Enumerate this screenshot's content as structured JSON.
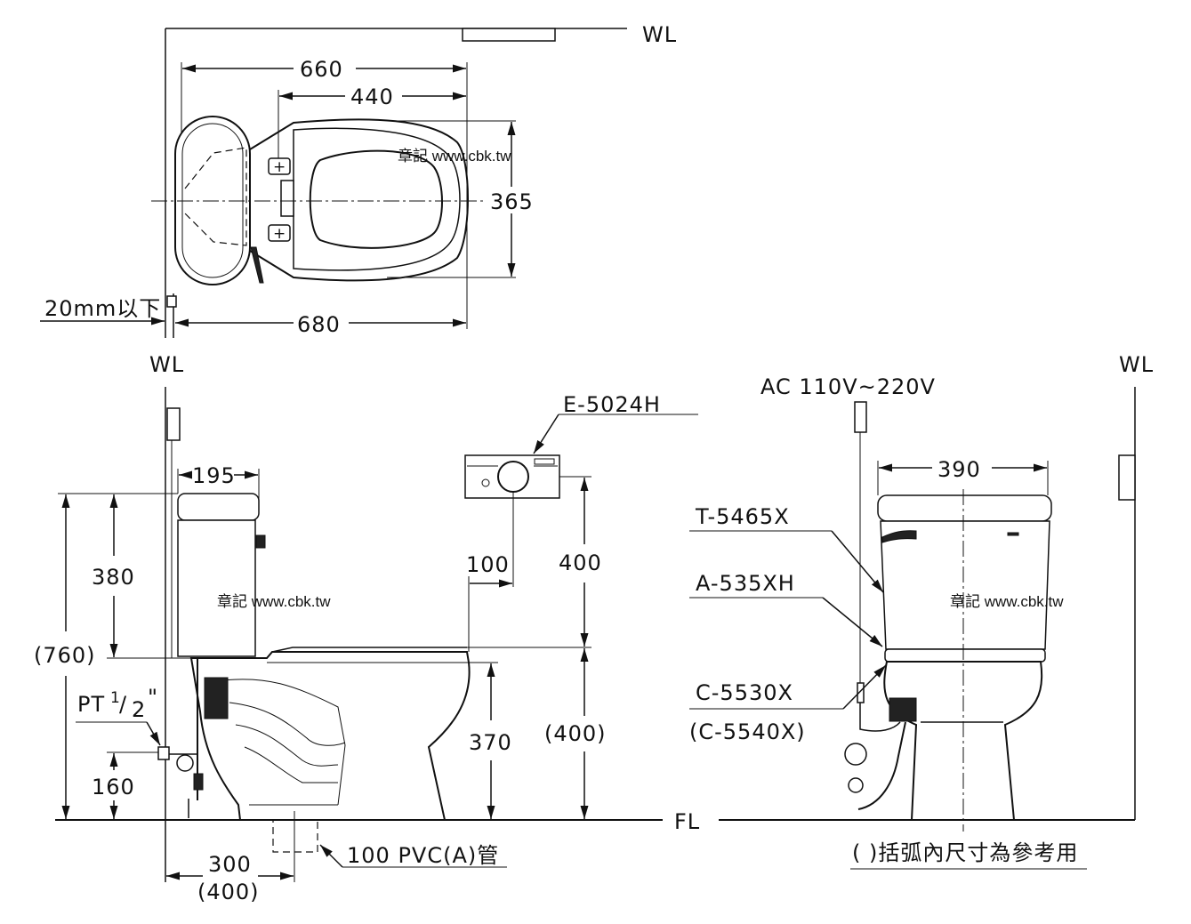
{
  "top_view": {
    "wall_label": "WL",
    "dim_overall": "660",
    "dim_seat": "440",
    "dim_width": "365",
    "dim_base": "680",
    "clearance": "20mm以下"
  },
  "side_view": {
    "wall_label": "WL",
    "dim_tank_depth": "195",
    "dim_tank_height": "380",
    "dim_total_height": "(760)",
    "pipe_thread": "PT",
    "pipe_size_num": "1",
    "pipe_size_den": "2",
    "pipe_size_mark": "\"",
    "dim_supply_height": "160",
    "dim_rough_in": "300",
    "dim_rough_in_alt": "(400)",
    "drain_pipe": "100 PVC(A)管",
    "dim_bowl_height": "370",
    "dim_panel_height": "400",
    "dim_panel_base": "(400)",
    "dim_panel_offset": "100",
    "panel_model": "E-5024H"
  },
  "front_view": {
    "power_label": "AC 110V~220V",
    "wall_label": "WL",
    "dim_tank_width": "390",
    "tank_model": "T-5465X",
    "valve_model": "A-535XH",
    "seat_model": "C-5530X",
    "seat_model_alt": "(C-5540X)",
    "floor_label": "FL",
    "note": "(  )括弧內尺寸為參考用"
  },
  "watermarks": [
    "章記 www.cbk.tw",
    "章記 www.cbk.tw",
    "章記 www.cbk.tw"
  ]
}
